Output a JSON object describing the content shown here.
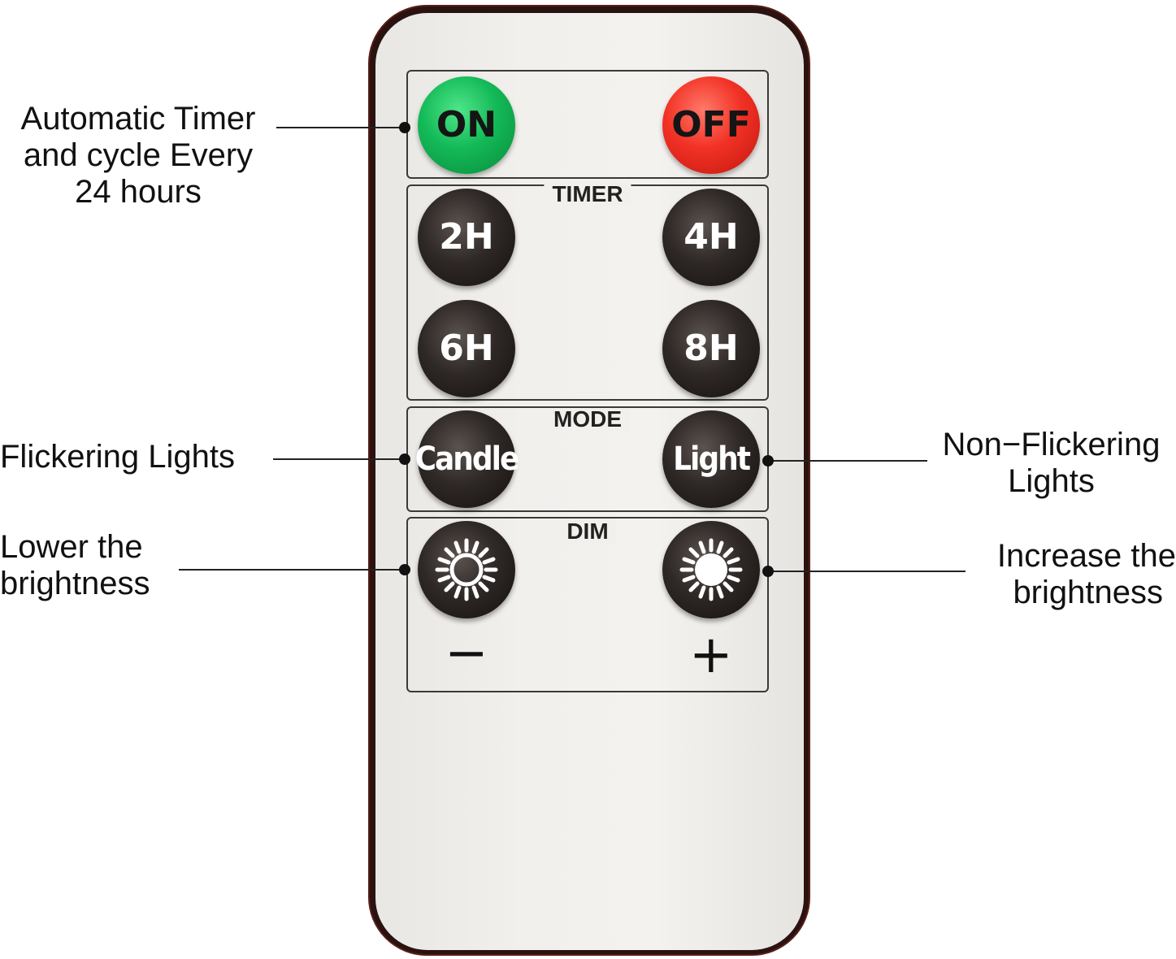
{
  "remote": {
    "power_panel": {
      "on_label": "ON",
      "off_label": "OFF",
      "on_color": "#13b957",
      "off_color": "#f23125"
    },
    "timer_panel": {
      "title": "TIMER",
      "buttons": [
        "2H",
        "4H",
        "6H",
        "8H"
      ]
    },
    "mode_panel": {
      "title": "MODE",
      "candle_label": "Candle",
      "light_label": "Light"
    },
    "dim_panel": {
      "title": "DIM",
      "decrease_icon": "sun-outline-icon",
      "increase_icon": "sun-filled-icon",
      "minus_sign": "−",
      "plus_sign": "+"
    }
  },
  "callouts": {
    "timer_cycle": [
      "Automatic Timer",
      "and cycle Every",
      "24 hours"
    ],
    "flickering": "Flickering Lights",
    "non_flickering": [
      "Non−Flickering",
      "Lights"
    ],
    "lower_brightness": [
      "Lower the",
      "brightness"
    ],
    "increase_brightness": [
      "Increase the",
      "brightness"
    ]
  }
}
